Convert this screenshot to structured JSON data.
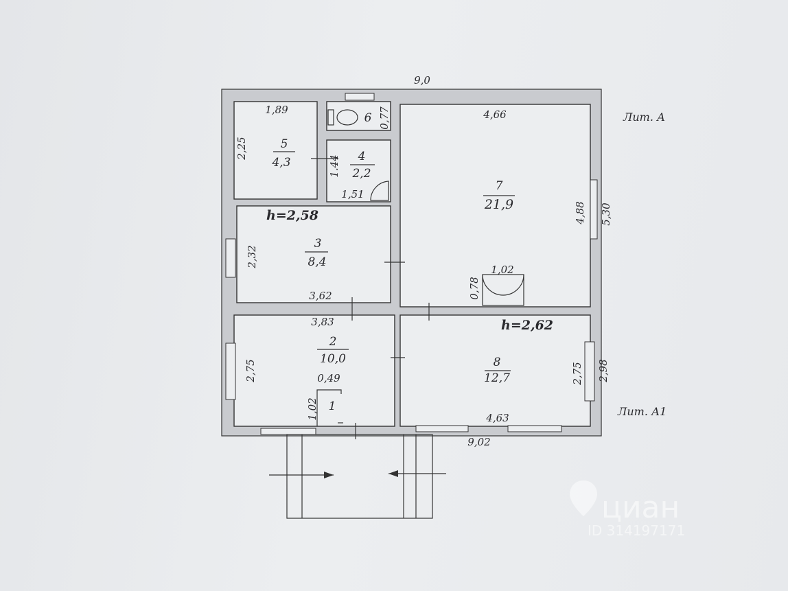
{
  "plan": {
    "overall_width": "9,0",
    "bottom_width": "9,02",
    "right_height_a": "5,30",
    "right_height_a1": "2,98",
    "lit_a": "Лит. А",
    "lit_a1": "Лит. А1",
    "heights": {
      "a": "h=2,58",
      "a1": "h=2,62"
    },
    "rooms": [
      {
        "no": "5",
        "area": "4,3",
        "width": "1,89",
        "height": "2,25"
      },
      {
        "no": "6",
        "area": "",
        "width": "",
        "height": "0,77"
      },
      {
        "no": "4",
        "area": "2,2",
        "width": "1,51",
        "height": "1.44"
      },
      {
        "no": "7",
        "area": "21,9",
        "width": "4,66",
        "height": "4,88"
      },
      {
        "no": "3",
        "area": "8,4",
        "width": "3,62",
        "height": "2,32"
      },
      {
        "no": "2",
        "area": "10,0",
        "width": "3,83",
        "height": "2,75"
      },
      {
        "no": "1",
        "area": "",
        "width": "0,49",
        "height": "1,02"
      },
      {
        "no": "8",
        "area": "12,7",
        "width": "4,63",
        "height": "2,75"
      }
    ],
    "stove": {
      "width": "1,02",
      "depth": "0,78"
    }
  },
  "watermark": {
    "brand": "циан",
    "id": "ID 314197171"
  }
}
